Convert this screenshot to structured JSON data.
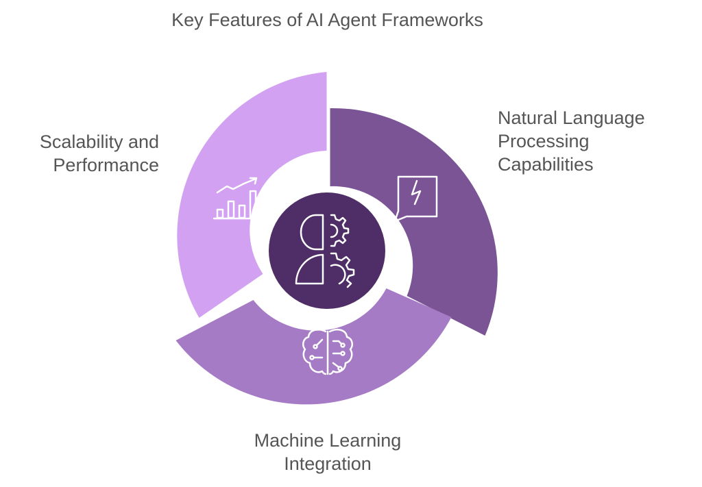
{
  "title": "Key Features of AI Agent Frameworks",
  "center": {
    "icon": "ai-head-gears-icon",
    "color": "#4f2d66"
  },
  "segments": [
    {
      "label": "Natural Language\nProcessing\nCapabilities",
      "icon": "speech-bubble-icon",
      "color": "#7b5496"
    },
    {
      "label": "Machine Learning\nIntegration",
      "icon": "brain-circuit-icon",
      "color": "#a67bc5"
    },
    {
      "label": "Scalability and\nPerformance",
      "icon": "growth-chart-icon",
      "color": "#d3a1f2"
    }
  ]
}
